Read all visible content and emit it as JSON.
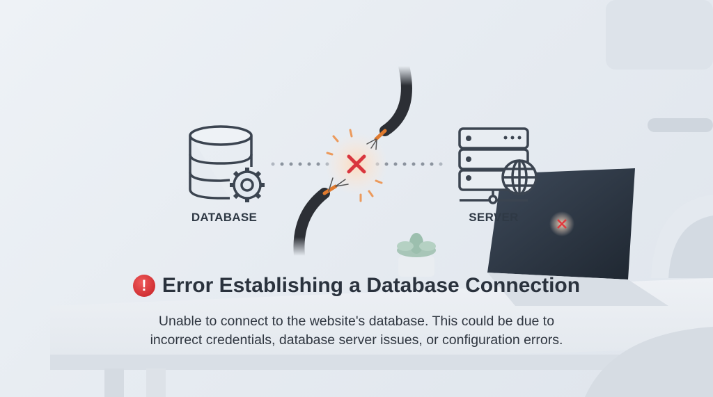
{
  "illustration": {
    "database_label": "DATABASE",
    "server_label": "SERVER",
    "database_icon": "database-gear-icon",
    "server_icon": "server-globe-icon",
    "break_icon": "x-mark-icon",
    "colors": {
      "error_red": "#d9363e",
      "cable_core": "#e07a2e",
      "cable": "#2c2f35",
      "background": "#e8edf2"
    }
  },
  "error": {
    "icon": "exclamation-circle-icon",
    "icon_glyph": "!",
    "title": "Error Establishing a Database Connection",
    "description_line1": "Unable to connect to the website's database. This could be due to",
    "description_line2": "incorrect credentials, database server issues, or configuration errors."
  }
}
